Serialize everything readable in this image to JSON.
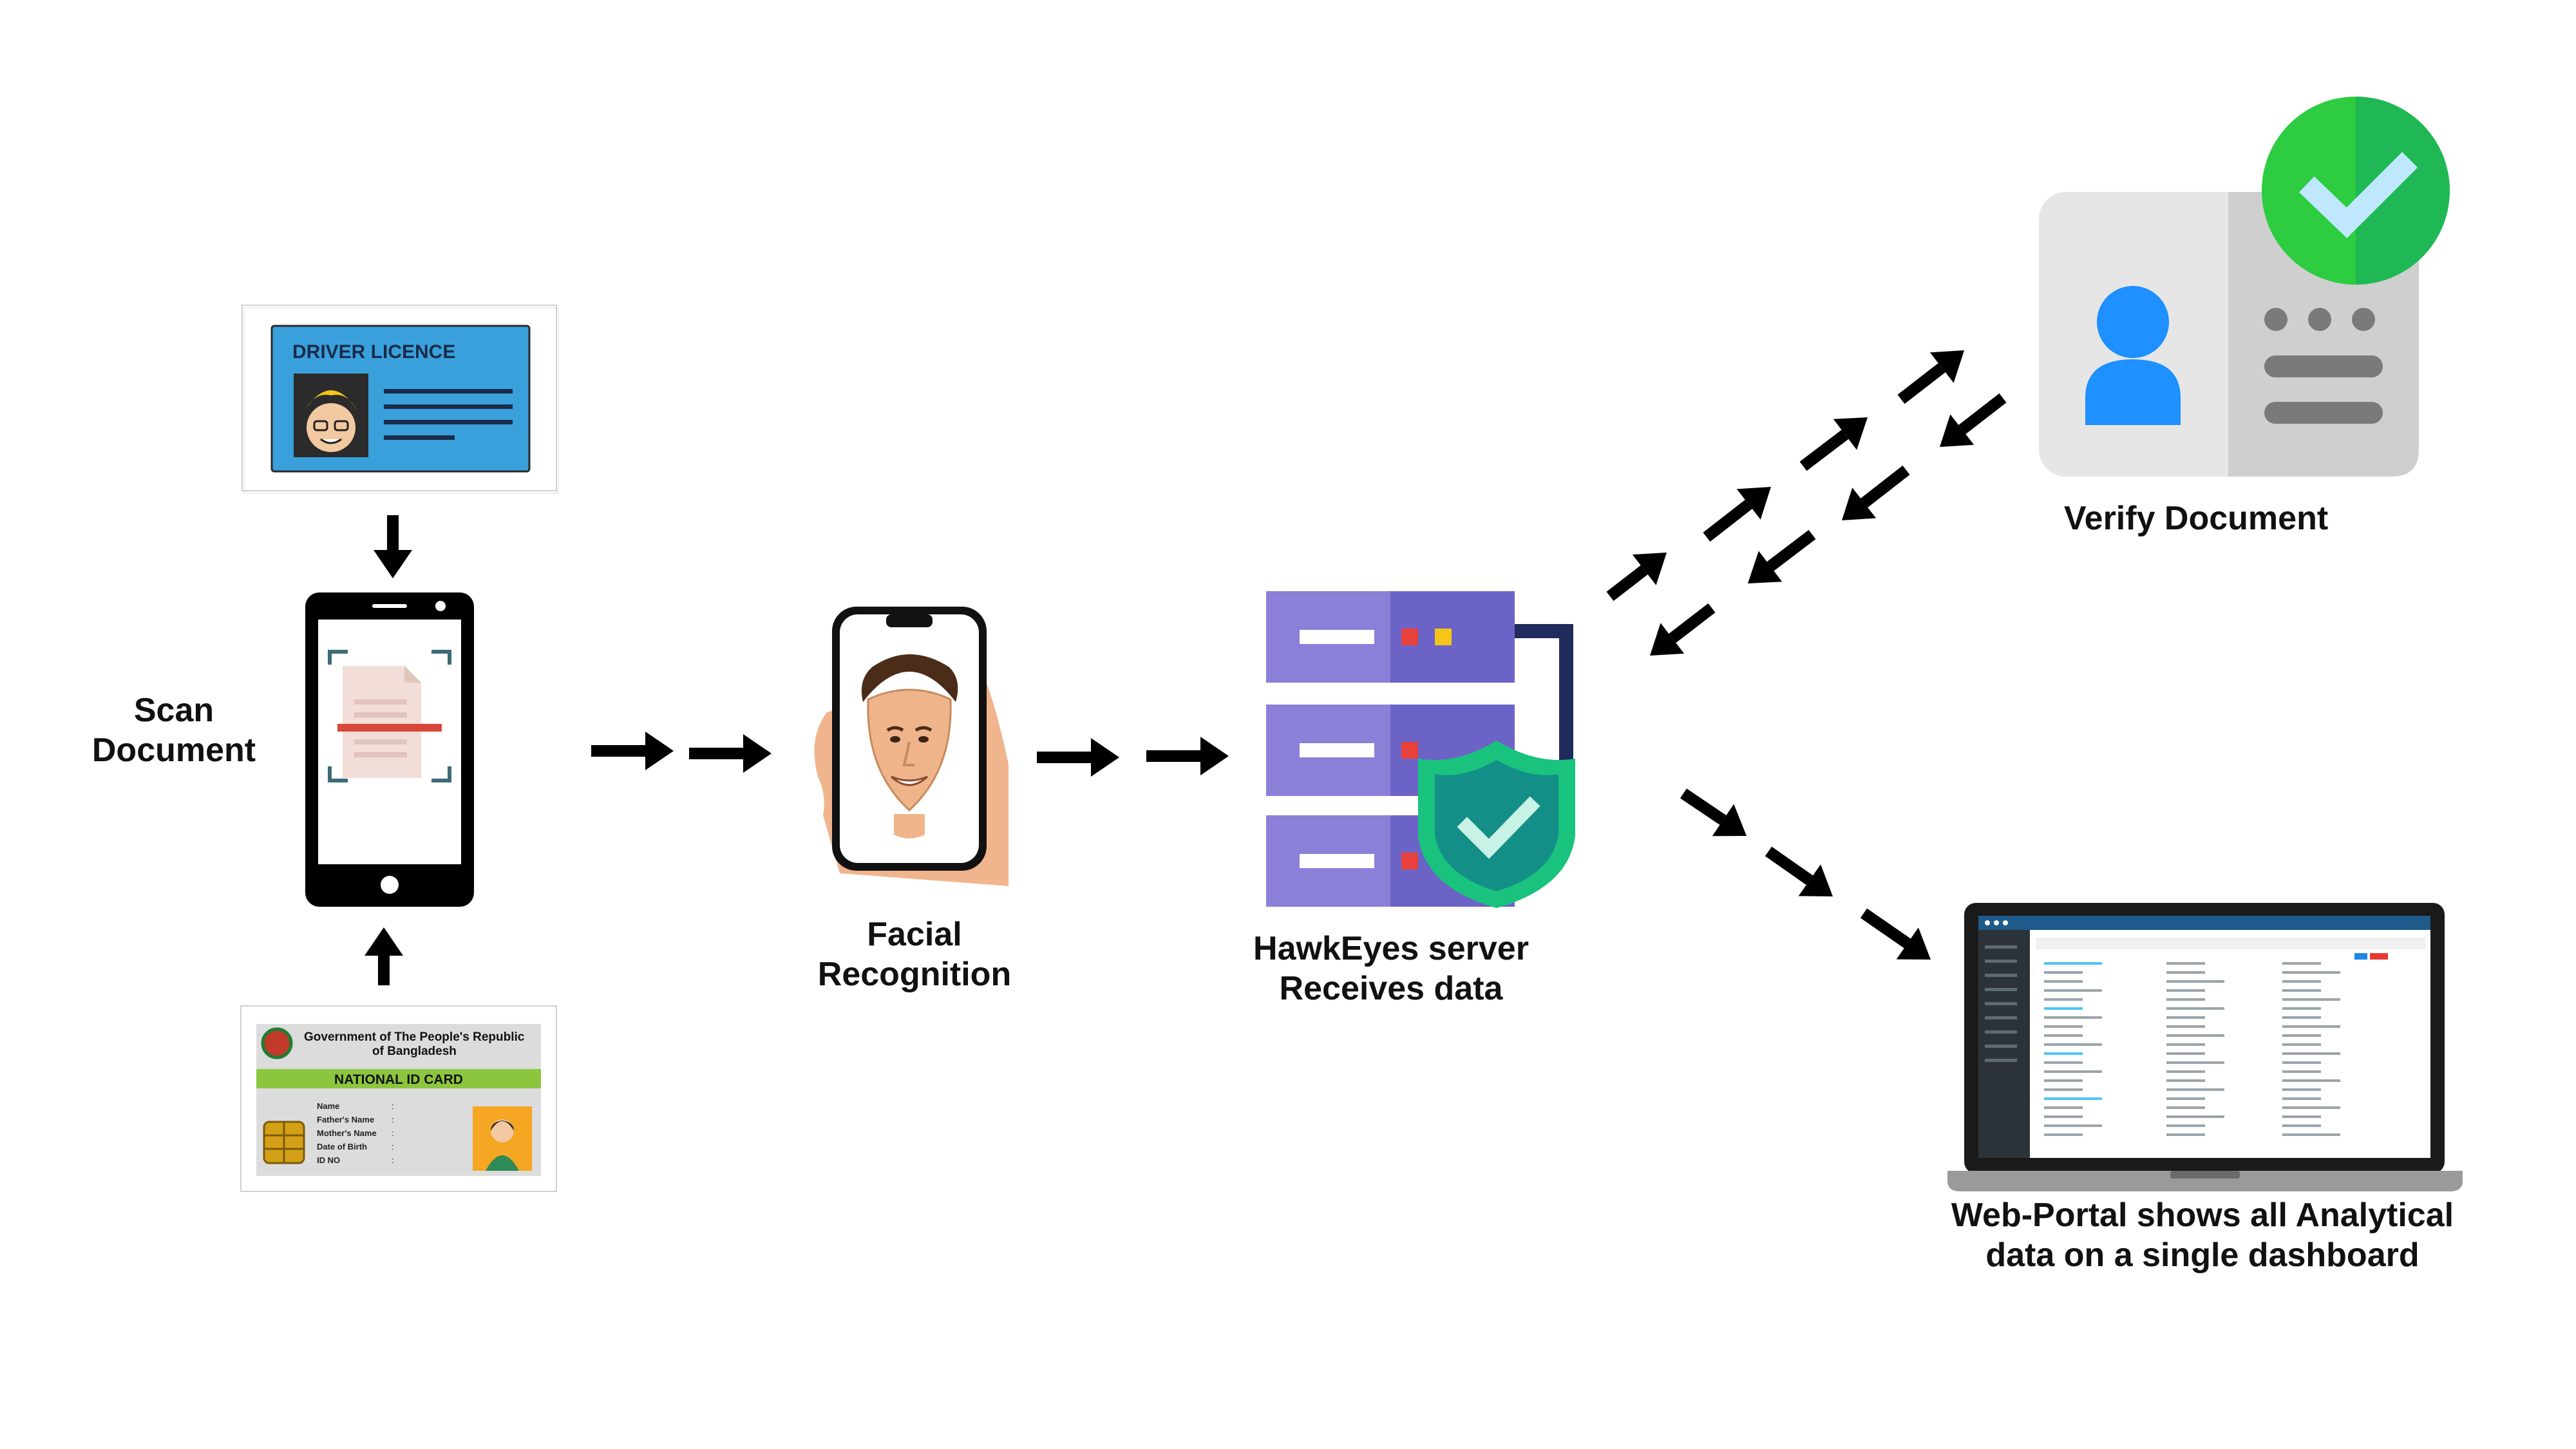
{
  "labels": {
    "scan": [
      "Scan",
      "Document"
    ],
    "facial": [
      "Facial",
      "Recognition"
    ],
    "server": [
      "HawkEyes server",
      "Receives data"
    ],
    "verify": "Verify Document",
    "portal": [
      "Web-Portal shows all Analytical",
      "data on a single dashboard"
    ]
  },
  "driver_licence": {
    "title": "DRIVER LICENCE"
  },
  "national_id": {
    "gov_line1": "Government of The People's Republic",
    "gov_line2": "of Bangladesh",
    "title": "NATIONAL ID CARD",
    "fields": [
      "Name",
      "Father's Name",
      "Mother's Name",
      "Date of Birth",
      "ID NO"
    ]
  },
  "colors": {
    "arrow": "#000000",
    "licence_blue": "#3aa0dc",
    "id_green": "#8cc63f",
    "server_purple": "#6c63c7",
    "shield_green": "#19c37d",
    "check_green": "#2ecc40",
    "verify_card": "#e6e6e6",
    "person_blue": "#1e90ff"
  }
}
